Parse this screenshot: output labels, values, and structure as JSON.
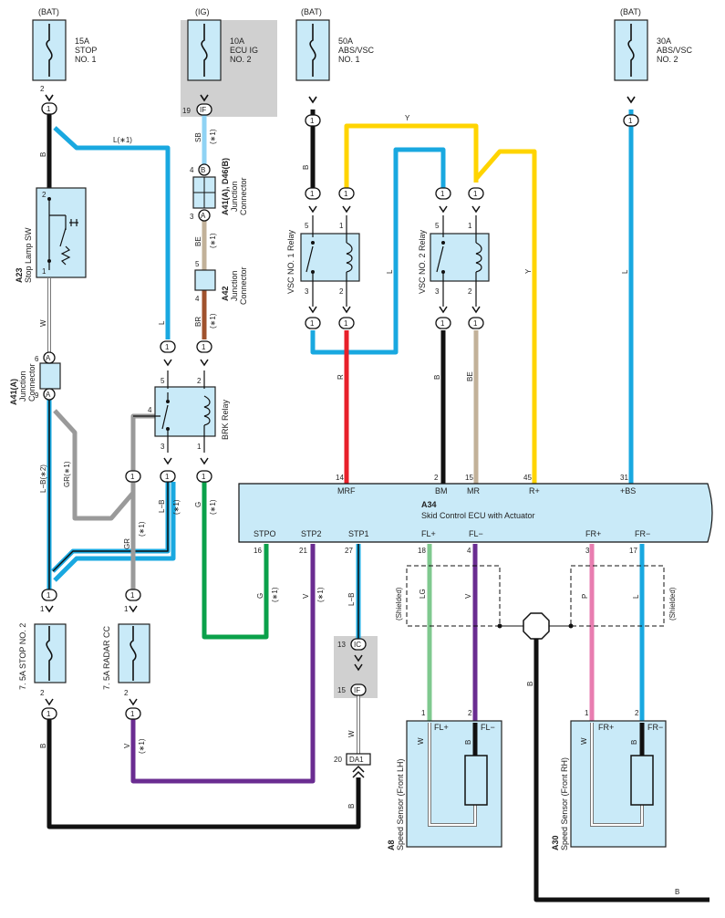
{
  "sources": {
    "bat1": "(BAT)",
    "ig": "(IG)",
    "bat2": "(BAT)",
    "bat3": "(BAT)"
  },
  "fuses": {
    "stop_no1": [
      "15A",
      "STOP",
      "NO. 1"
    ],
    "ecu_ig_no2": [
      "10A",
      "ECU IG",
      "NO. 2"
    ],
    "abs_vsc_no1": [
      "50A",
      "ABS/VSC",
      "NO. 1"
    ],
    "abs_vsc_no2": [
      "30A",
      "ABS/VSC",
      "NO. 2"
    ],
    "stop_no2": "7. 5A STOP NO. 2",
    "radar_cc": "7. 5A RADAR CC"
  },
  "components": {
    "a23": {
      "id": "A23",
      "name": "Stop Lamp SW"
    },
    "a41a": {
      "id": "A41(A)",
      "name": [
        "Junction",
        "Connector"
      ]
    },
    "a41d46": {
      "id": "A41(A), D46(B)",
      "name": [
        "Junction",
        "Connector"
      ]
    },
    "a42": {
      "id": "A42",
      "name": [
        "Junction",
        "Connector"
      ]
    },
    "brk_relay": "BRK Relay",
    "vsc_relay1": "VSC NO. 1 Relay",
    "vsc_relay2": "VSC NO. 2 Relay",
    "a34": {
      "id": "A34",
      "name": "Skid Control ECU with Actuator"
    },
    "a8": {
      "id": "A8",
      "name": "Speed Sensor (Front LH)"
    },
    "a30": {
      "id": "A30",
      "name": "Speed Sensor (Front RH)"
    }
  },
  "ecu_pins_top": [
    {
      "num": "14",
      "name": "MRF"
    },
    {
      "num": "2",
      "name": "BM"
    },
    {
      "num": "15",
      "name": "MR"
    },
    {
      "num": "45",
      "name": "R+"
    },
    {
      "num": "31",
      "name": "+BS"
    }
  ],
  "ecu_pins_bottom": [
    {
      "num": "16",
      "name": "STPO"
    },
    {
      "num": "21",
      "name": "STP2"
    },
    {
      "num": "27",
      "name": "STP1"
    },
    {
      "num": "18",
      "name": "FL+"
    },
    {
      "num": "4",
      "name": "FL−"
    },
    {
      "num": "3",
      "name": "FR+"
    },
    {
      "num": "17",
      "name": "FR−"
    }
  ],
  "sensor_pins": {
    "fl_plus": "FL+",
    "fl_minus": "FL−",
    "fr_plus": "FR+",
    "fr_minus": "FR−",
    "w": "W",
    "b": "B",
    "p1": "1",
    "p2": "2"
  },
  "shielded": "(Shielded)",
  "wire_labels": {
    "B": "B",
    "L": "L",
    "L1": "L(∗1)",
    "SB": "SB",
    "BE": "BE",
    "BR": "BR",
    "W": "W",
    "Y": "Y",
    "R": "R",
    "G": "G",
    "GR": "GR",
    "GR1": "GR(∗1)",
    "LB": "L−B",
    "LB2": "L−B(∗2)",
    "V": "V",
    "LG": "LG",
    "P": "P",
    "star1": "(∗1)"
  },
  "connector_ids": {
    "one": "1",
    "IF": "IF",
    "IC": "IC",
    "DA1": "DA1",
    "A": "A",
    "B": "B"
  },
  "pin_nums": {
    "p1": "1",
    "p2": "2",
    "p3": "3",
    "p4": "4",
    "p5": "5",
    "p6": "6",
    "p9": "9",
    "p13": "13",
    "p15": "15",
    "p19": "19",
    "p20": "20"
  },
  "colors": {
    "black": "#111111",
    "sky": "#19a8e0",
    "yellow": "#ffd400",
    "red": "#e8202a",
    "green": "#0aa14a",
    "purple": "#6a2c91",
    "gray": "#9a9a9a",
    "brown": "#a0522d",
    "beige": "#c2b199",
    "pink": "#e87db0",
    "lightgreen": "#7fc98f",
    "light_blue_box": "#c9eaf8",
    "ig_shade": "#d0d0d0"
  }
}
